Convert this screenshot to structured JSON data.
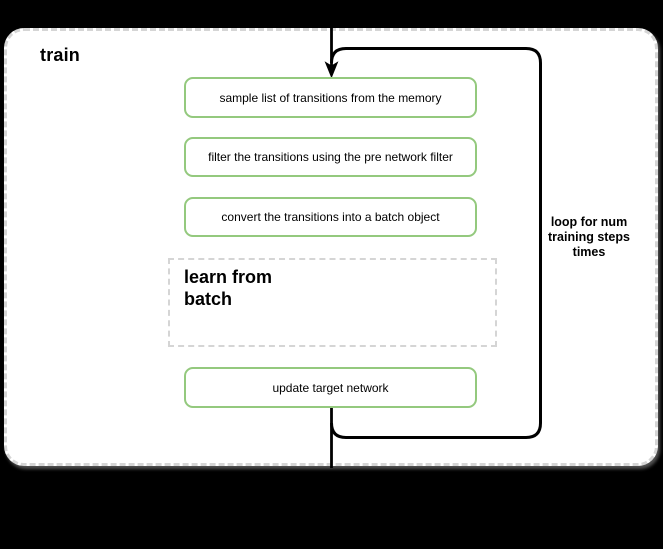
{
  "diagram": {
    "container_label": "train",
    "steps": [
      "sample list of transitions from the memory",
      "filter the transitions using the pre network filter",
      "convert the transitions into a batch object",
      "update target network"
    ],
    "learn_block_label": "learn from batch",
    "loop_annotation": "loop for num training steps times",
    "colors": {
      "background": "#000000",
      "panel_fill": "#ffffff",
      "panel_dash_border": "#d5d5d5",
      "step_border": "#94c97e",
      "step_fill": "#ffffff",
      "loop_stroke": "#000000",
      "flow_line": "#000000",
      "text": "#000000"
    }
  }
}
